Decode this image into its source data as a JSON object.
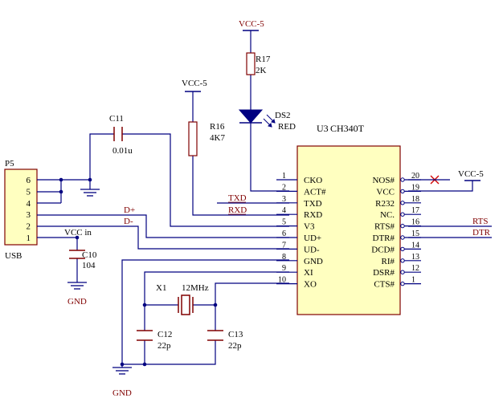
{
  "colors": {
    "wire": "#000080",
    "part": "#800000",
    "ic_fill": "#ffffc0",
    "pin_text": "#000000",
    "net": "#800000",
    "nc_mark": "#d00000"
  },
  "connector": {
    "ref": "P5",
    "name": "USB",
    "pins": [
      "6",
      "5",
      "4",
      "3",
      "2",
      "1"
    ]
  },
  "power": {
    "vcc_r17": "VCC-5",
    "vcc_r16": "VCC-5",
    "vcc_ic": "VCC-5",
    "vcc_in": "VCC in",
    "gnd_c10": "GND",
    "gnd_bottom": "GND"
  },
  "components": {
    "r17": {
      "ref": "R17",
      "value": "2K"
    },
    "r16": {
      "ref": "R16",
      "value": "4K7"
    },
    "ds2": {
      "ref": "DS2",
      "value": "RED"
    },
    "c11": {
      "ref": "C11",
      "value": "0.01u"
    },
    "c10": {
      "ref": "C10",
      "value": "104"
    },
    "c12": {
      "ref": "C12",
      "value": "22p"
    },
    "c13": {
      "ref": "C13",
      "value": "22p"
    },
    "x1": {
      "ref": "X1",
      "value": "12MHz"
    }
  },
  "ic": {
    "ref": "U3",
    "name": "CH340T",
    "left_pins": [
      {
        "num": "1",
        "name": "CKO"
      },
      {
        "num": "2",
        "name": "ACT#"
      },
      {
        "num": "3",
        "name": "TXD"
      },
      {
        "num": "4",
        "name": "RXD"
      },
      {
        "num": "5",
        "name": "V3"
      },
      {
        "num": "6",
        "name": "UD+"
      },
      {
        "num": "7",
        "name": "UD-"
      },
      {
        "num": "8",
        "name": "GND"
      },
      {
        "num": "9",
        "name": "XI"
      },
      {
        "num": "10",
        "name": "XO"
      }
    ],
    "right_pins": [
      {
        "num": "20",
        "name": "NOS#"
      },
      {
        "num": "19",
        "name": "VCC"
      },
      {
        "num": "18",
        "name": "R232"
      },
      {
        "num": "17",
        "name": "NC."
      },
      {
        "num": "16",
        "name": "RTS#"
      },
      {
        "num": "15",
        "name": "DTR#"
      },
      {
        "num": "14",
        "name": "DCD#"
      },
      {
        "num": "13",
        "name": "RI#"
      },
      {
        "num": "12",
        "name": "DSR#"
      },
      {
        "num": "1",
        "name": "CTS#"
      }
    ]
  },
  "nets": {
    "txd": "TXD",
    "rxd": "RXD",
    "rts": "RTS",
    "dtr": "DTR",
    "dplus": "D+",
    "dminus": "D-"
  }
}
